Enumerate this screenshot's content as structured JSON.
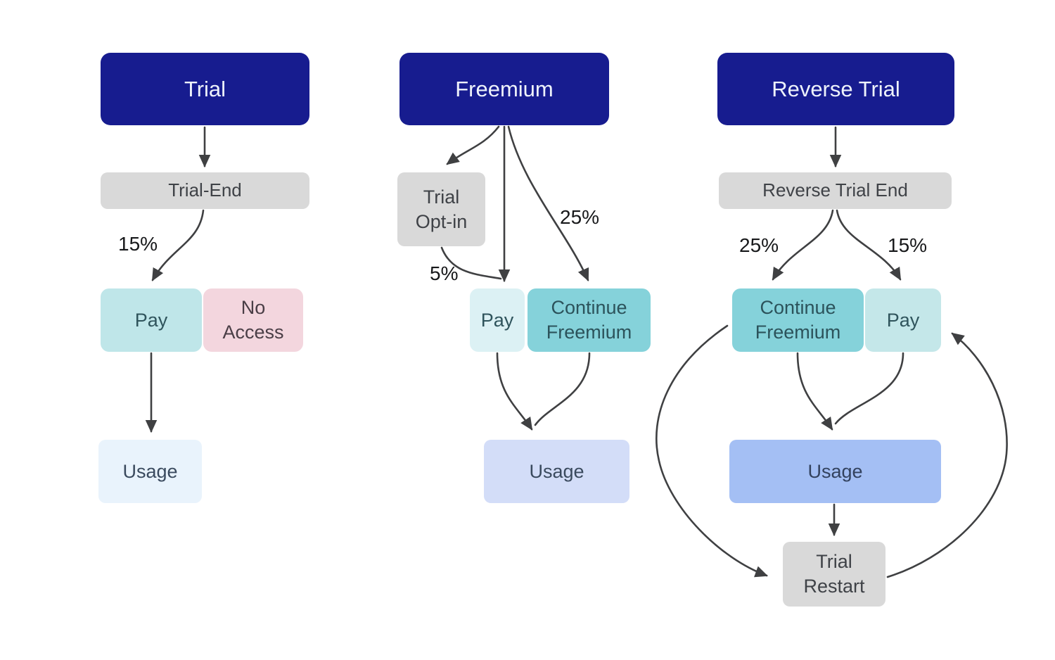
{
  "colors": {
    "navy": "#171c8f",
    "gray": "#d9d9d9",
    "pink": "#f3d6de",
    "teal_strong": "#85d2da",
    "teal_light": "#bfe6e9",
    "teal_lighter": "#dcf1f4",
    "usage_light": "#e9f3fc",
    "usage_mid": "#d3ddf8",
    "usage_strong": "#a4bff4",
    "arrow": "#3f4042"
  },
  "trial": {
    "title": "Trial",
    "trial_end": "Trial-End",
    "pay": "Pay",
    "no_access": "No Access",
    "usage": "Usage",
    "pay_pct": "15%"
  },
  "freemium": {
    "title": "Freemium",
    "trial_opt_in": "Trial Opt-in",
    "pay": "Pay",
    "continue_freemium": "Continue Freemium",
    "usage": "Usage",
    "opt_in_pct": "5%",
    "continue_pct": "25%"
  },
  "reverse_trial": {
    "title": "Reverse Trial",
    "trial_end": "Reverse Trial End",
    "continue_freemium": "Continue Freemium",
    "pay": "Pay",
    "usage": "Usage",
    "trial_restart": "Trial Restart",
    "continue_pct": "25%",
    "pay_pct": "15%"
  }
}
